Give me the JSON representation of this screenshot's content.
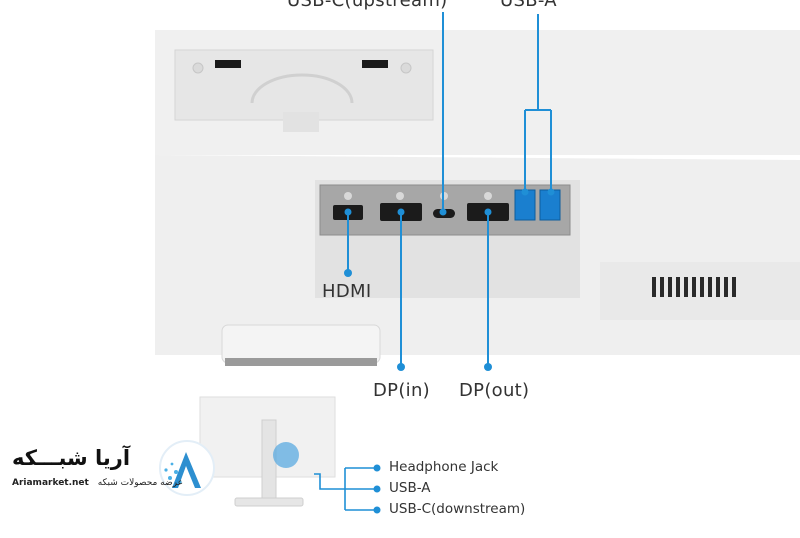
{
  "labels": {
    "usbc_upstream": "USB-C(upstream)",
    "usba_top": "USB-A",
    "hdmi": "HDMI",
    "dp_in": "DP(in)",
    "dp_out": "DP(out)",
    "headphone_jack": "Headphone Jack",
    "usba_side": "USB-A",
    "usbc_downstream": "USB-C(downstream)"
  },
  "logo": {
    "name": "آریا شبـــکه",
    "site": "Ariamarket.net",
    "tagline": "عرضه محصولات شبکه"
  },
  "colors": {
    "accent": "#1f8fd6",
    "panel": "#a8a8a8",
    "body": "#f2f2f2"
  }
}
